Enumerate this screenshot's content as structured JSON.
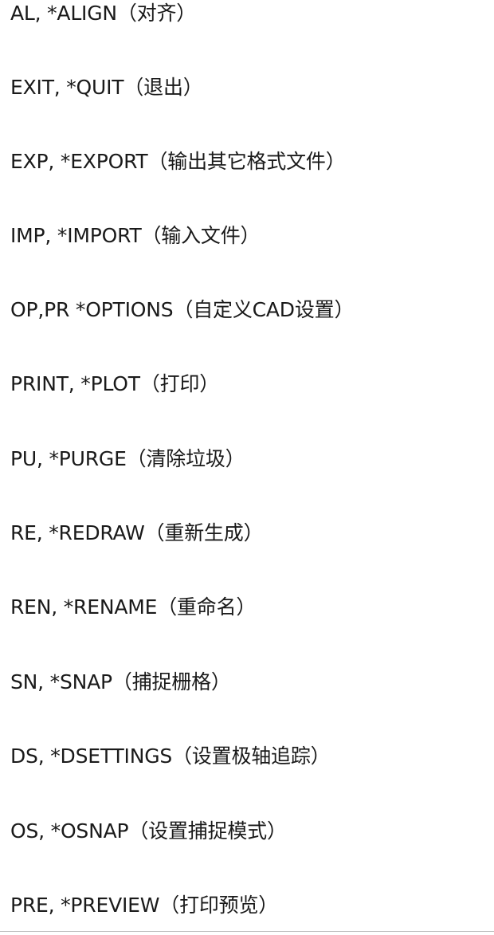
{
  "commands": [
    "AL, *ALIGN（对齐）",
    "EXIT, *QUIT（退出）",
    "EXP, *EXPORT（输出其它格式文件）",
    "IMP, *IMPORT（输入文件）",
    "OP,PR *OPTIONS（自定义CAD设置）",
    "PRINT, *PLOT（打印）",
    "PU, *PURGE（清除垃圾）",
    "RE, *REDRAW（重新生成）",
    "REN, *RENAME（重命名）",
    "SN, *SNAP（捕捉栅格）",
    "DS, *DSETTINGS（设置极轴追踪）",
    "OS, *OSNAP（设置捕捉模式）",
    "PRE, *PREVIEW（打印预览）"
  ]
}
